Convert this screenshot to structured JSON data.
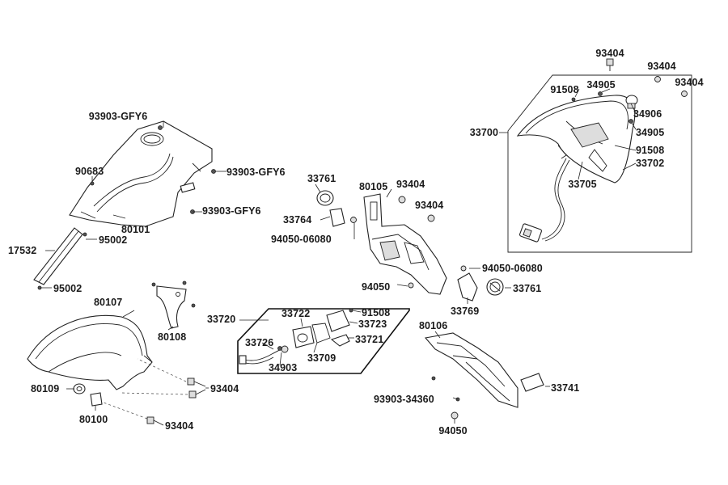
{
  "labels": {
    "l_93404_a": "93404",
    "l_93404_b": "93404",
    "l_93404_c": "93404",
    "l_91508_a": "91508",
    "l_34905_a": "34905",
    "l_34906": "34906",
    "l_34905_b": "34905",
    "l_91508_b": "91508",
    "l_33702": "33702",
    "l_33700": "33700",
    "l_33705": "33705",
    "l_93903_gfy6_a": "93903-GFY6",
    "l_93903_gfy6_b": "93903-GFY6",
    "l_93903_gfy6_c": "93903-GFY6",
    "l_90683": "90683",
    "l_80101": "80101",
    "l_95002_a": "95002",
    "l_17532": "17532",
    "l_95002_b": "95002",
    "l_33761_a": "33761",
    "l_33764": "33764",
    "l_94050_06080_a": "94050-06080",
    "l_80105": "80105",
    "l_93404_d": "93404",
    "l_93404_e": "93404",
    "l_94050_06080_b": "94050-06080",
    "l_94050_a": "94050",
    "l_33761_b": "33761",
    "l_33769": "33769",
    "l_80107": "80107",
    "l_80108": "80108",
    "l_33720": "33720",
    "l_33722": "33722",
    "l_91508_c": "91508",
    "l_33723": "33723",
    "l_33721": "33721",
    "l_33726": "33726",
    "l_33709": "33709",
    "l_34903": "34903",
    "l_80106": "80106",
    "l_80109": "80109",
    "l_93404_f": "93404",
    "l_80100": "80100",
    "l_93404_g": "93404",
    "l_33741": "33741",
    "l_93903_34360": "93903-34360",
    "l_94050_b": "94050"
  }
}
